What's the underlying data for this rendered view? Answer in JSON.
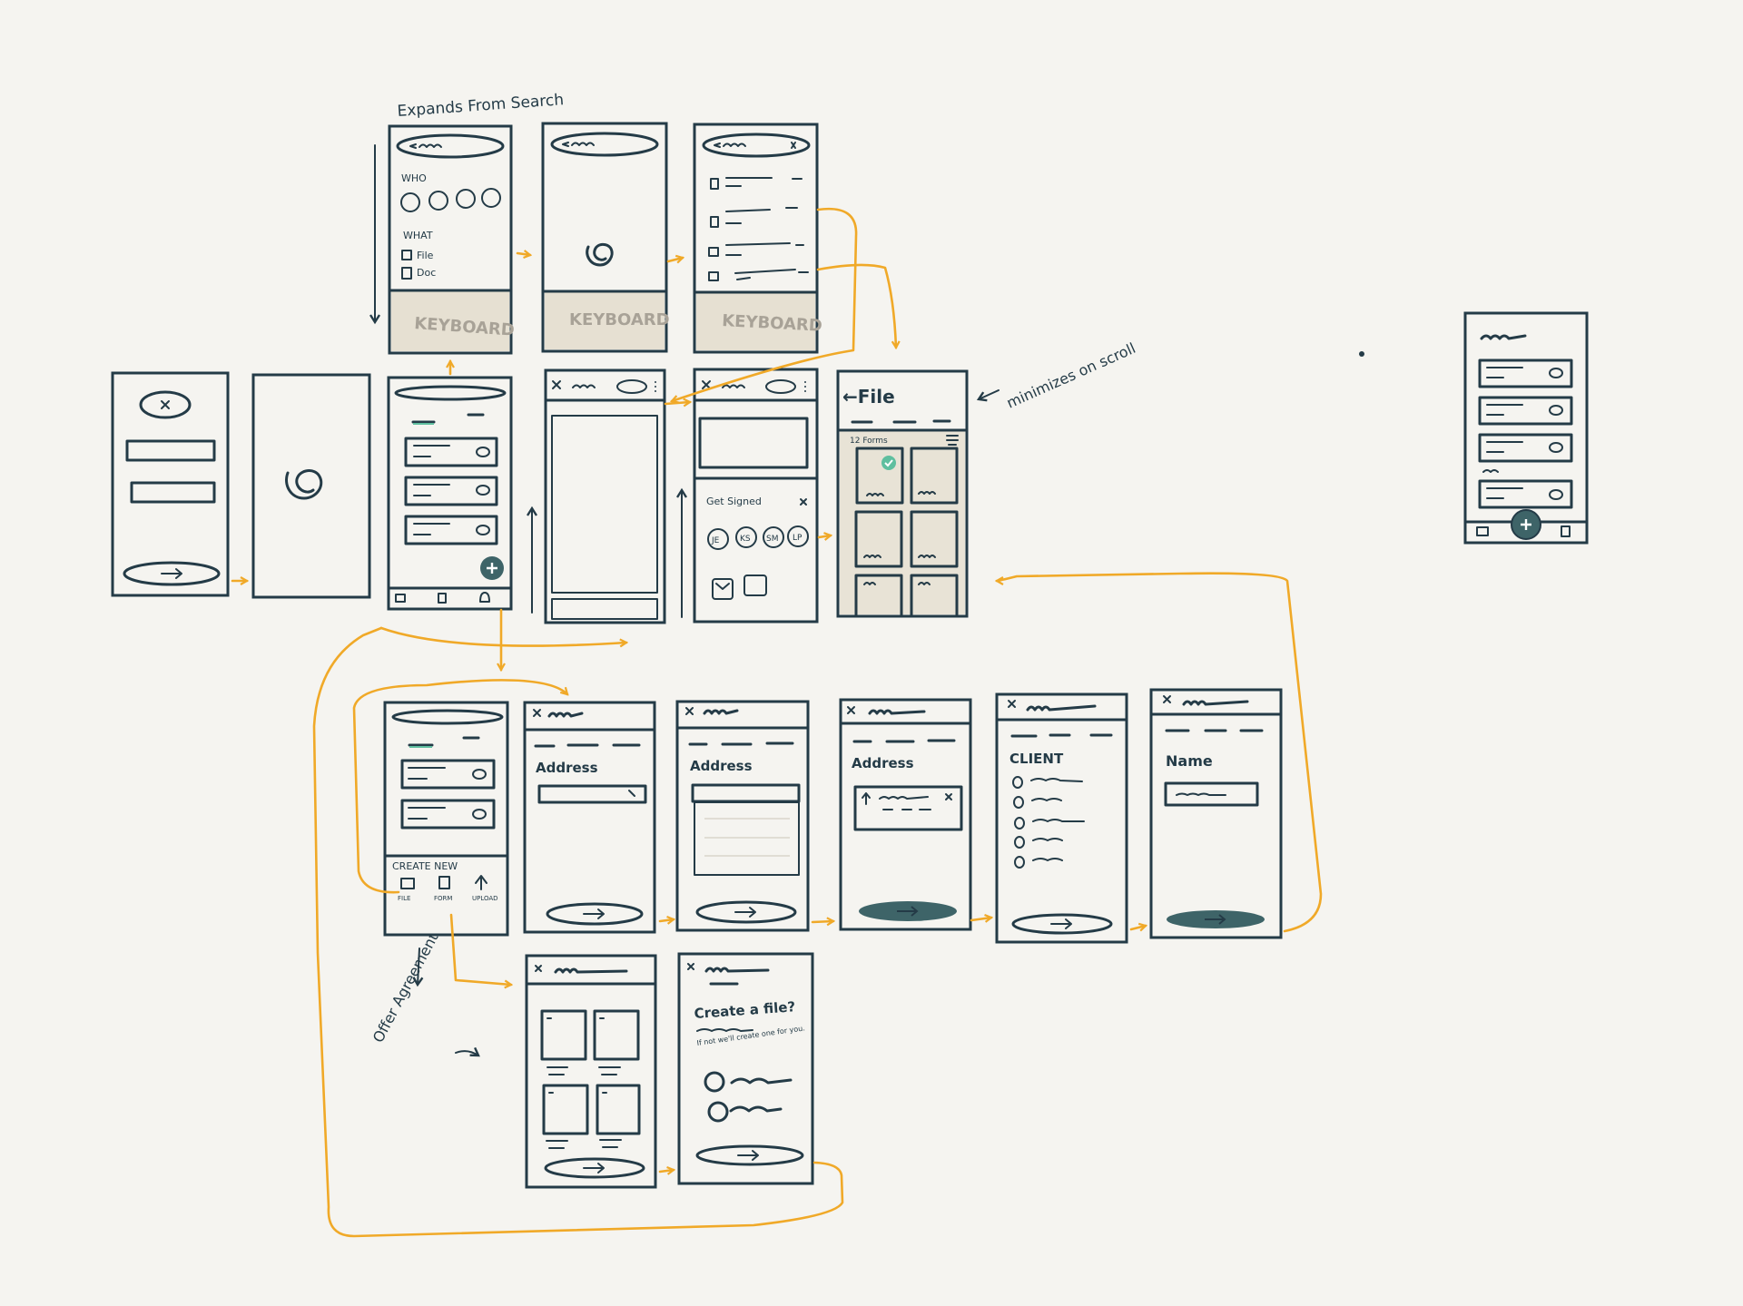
{
  "annotations": {
    "expands_from_search": "Expands From Search",
    "minimizes_on_scroll": "minimizes on scroll",
    "offer_agreement": "Offer Agreement"
  },
  "search": {
    "who_label": "WHO",
    "what_label": "WHAT",
    "file_label": "File",
    "doc_label": "Doc",
    "keyboard_label": "KEYBOARD"
  },
  "file_screen": {
    "title": "←File",
    "count_label": "12 Forms"
  },
  "share": {
    "get_signed": "Get Signed",
    "avatars": [
      "JE",
      "KS",
      "SM",
      "LP"
    ]
  },
  "create_new": {
    "title": "CREATE NEW",
    "options": [
      "FILE",
      "FORM",
      "UPLOAD"
    ]
  },
  "forms": {
    "address_label": "Address",
    "client_label": "CLIENT",
    "name_label": "Name"
  },
  "create_file": {
    "question": "Create a file?",
    "subtext": "If not we'll create one for you."
  },
  "colors": {
    "ink": "#243b47",
    "flow_arrow": "#f0a928",
    "accent": "#3e6468",
    "check": "#5fbf9f",
    "paper": "#f5f4f0"
  }
}
